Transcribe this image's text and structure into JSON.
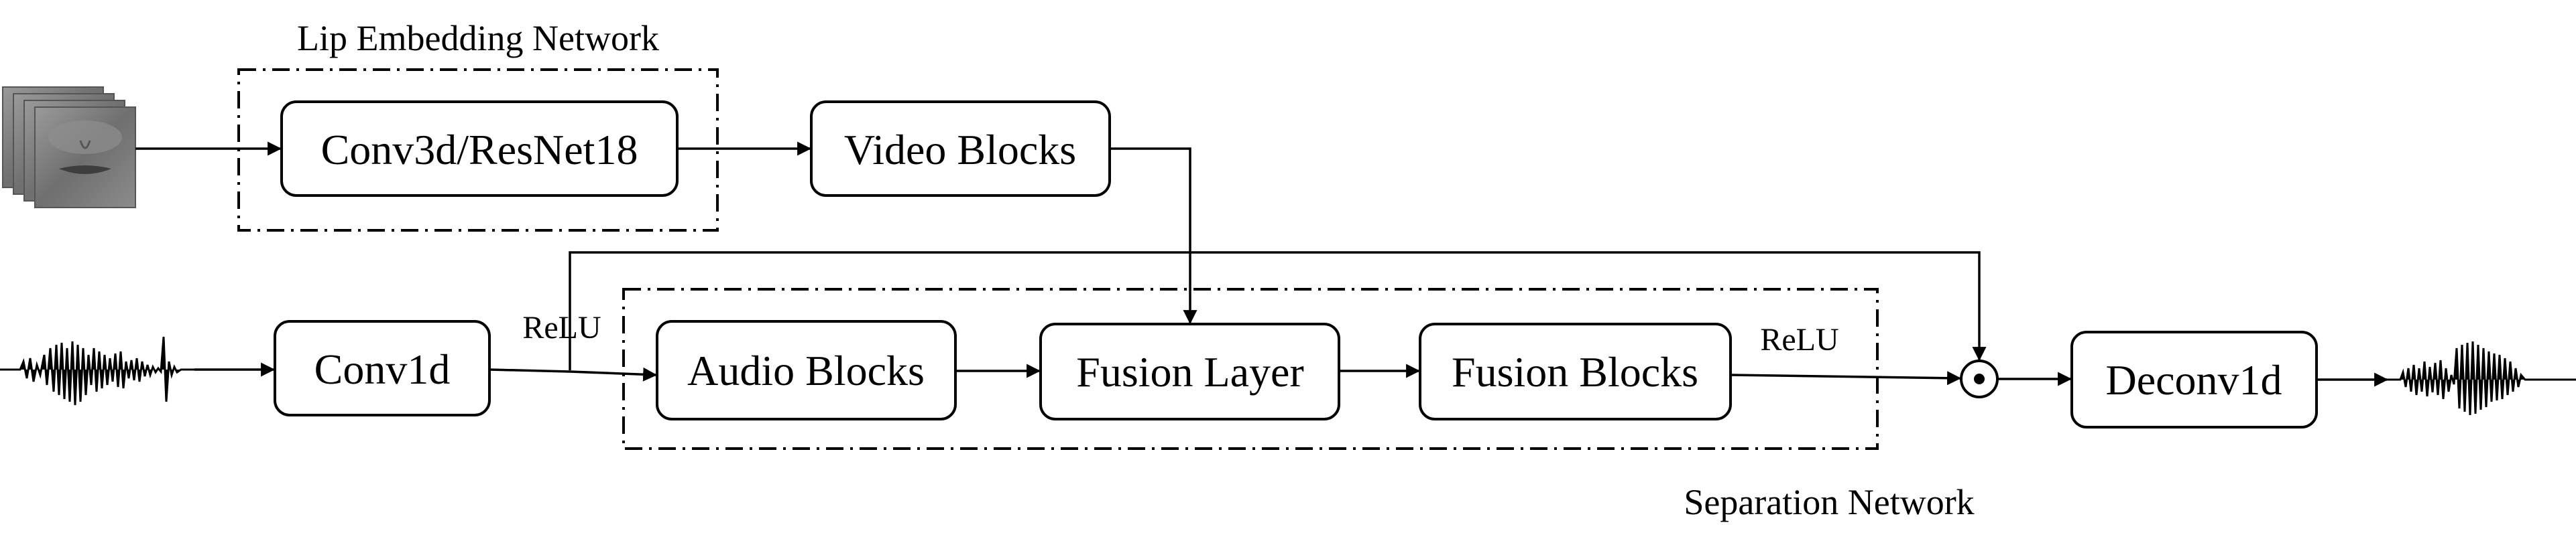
{
  "groups": {
    "lip_embedding": "Lip Embedding Network",
    "separation": "Separation Network"
  },
  "blocks": {
    "conv3d_resnet18": "Conv3d/ResNet18",
    "video_blocks": "Video Blocks",
    "conv1d": "Conv1d",
    "audio_blocks": "Audio Blocks",
    "fusion_layer": "Fusion Layer",
    "fusion_blocks": "Fusion Blocks",
    "deconv1d": "Deconv1d"
  },
  "activations": {
    "relu_input": "ReLU",
    "relu_output": "ReLU"
  },
  "icons": {
    "input_video": "lip-frames-icon",
    "input_audio": "mixture-waveform-icon",
    "output_audio": "separated-waveform-icon",
    "mask_multiply": "elementwise-product-icon"
  }
}
